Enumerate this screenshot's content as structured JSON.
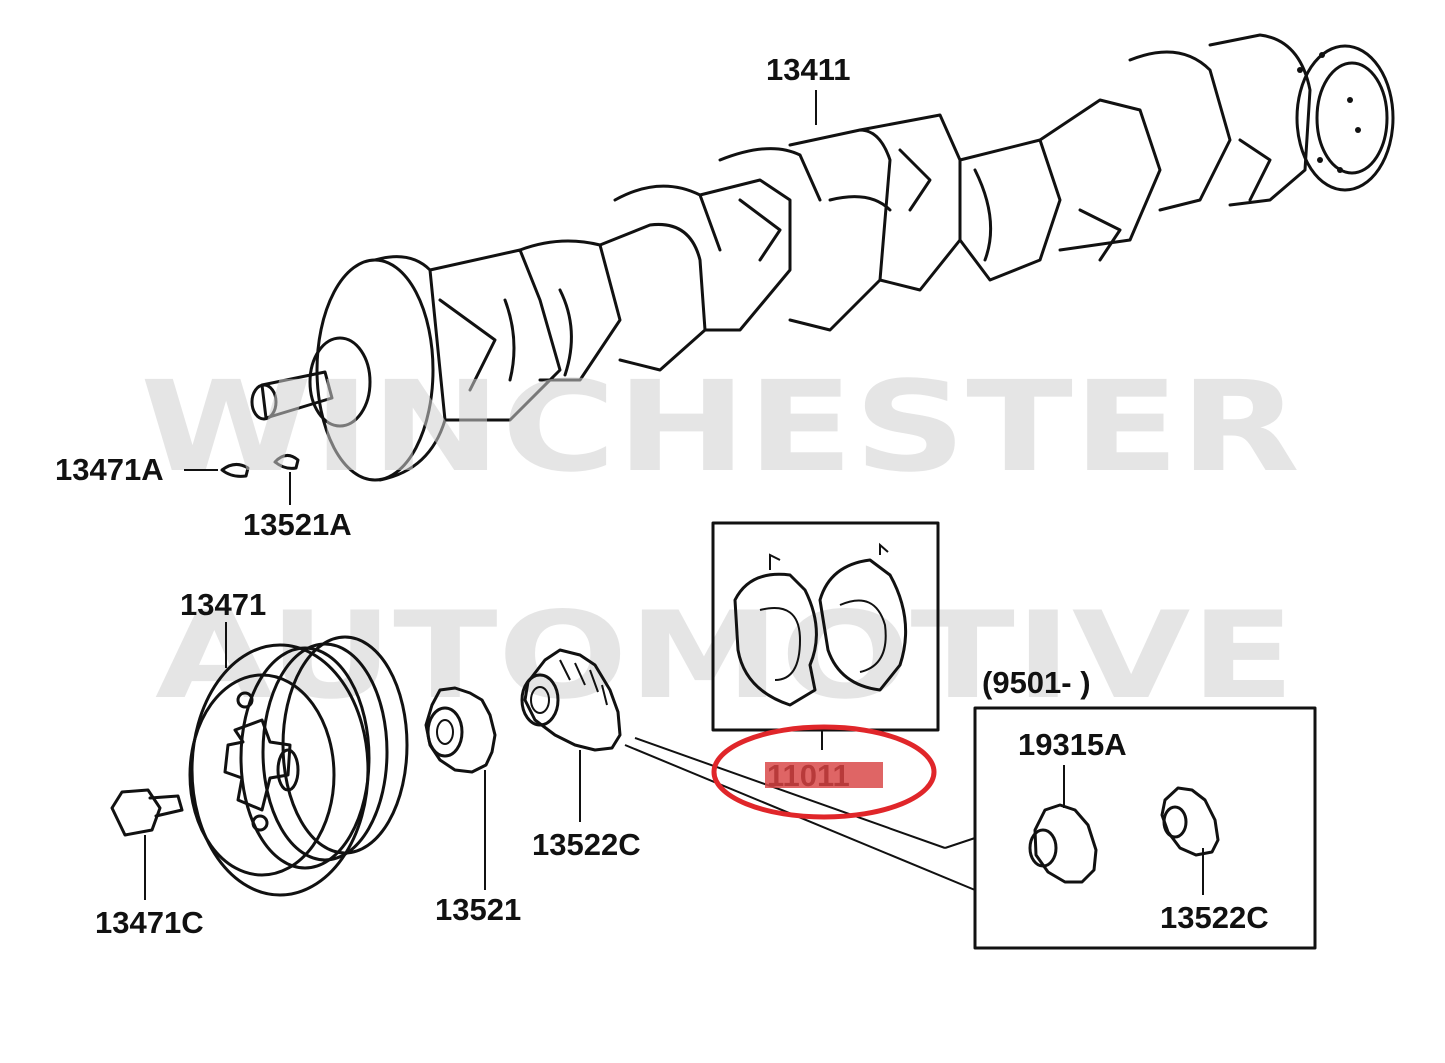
{
  "watermark": {
    "line1": "WINCHESTER",
    "line2": "AUTOMOTIVE"
  },
  "parts": {
    "crankshaft": "13411",
    "key_a": "13471A",
    "key_b": "13521A",
    "pulley": "13471",
    "bolt": "13471C",
    "gear": "13521",
    "gear_c": "13522C",
    "bearing_set": "11011"
  },
  "inset": {
    "date_range": "(9501-      )",
    "gear_a": "19315A",
    "gear_c": "13522C"
  },
  "highlight": {
    "part": "11011",
    "fill_color": "#d94a4a",
    "ring_color": "#e0262a"
  }
}
